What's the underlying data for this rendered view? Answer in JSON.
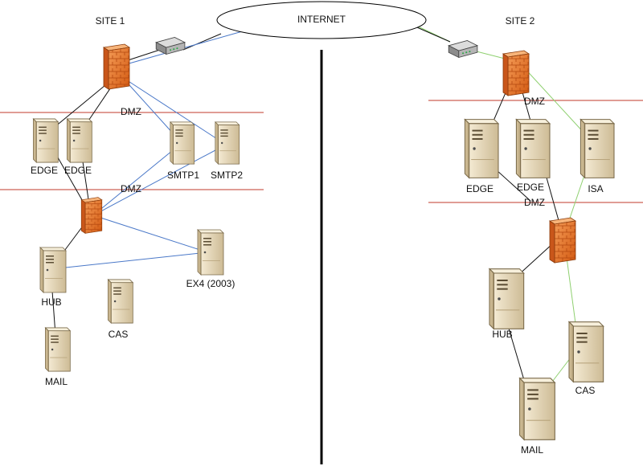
{
  "labels": {
    "internet": "INTERNET",
    "site1": "SITE 1",
    "site2": "SITE 2",
    "dmz": "DMZ"
  },
  "site1": {
    "servers": {
      "edge1": "EDGE",
      "edge2": "EDGE",
      "smtp1": "SMTP1",
      "smtp2": "SMTP2",
      "hub": "HUB",
      "cas": "CAS",
      "mail": "MAIL",
      "ex4": "EX4 (2003)"
    }
  },
  "site2": {
    "servers": {
      "edge1": "EDGE",
      "edge2": "EDGE",
      "isa": "ISA",
      "hub": "HUB",
      "cas": "CAS",
      "mail": "MAIL"
    }
  },
  "colors": {
    "dmz_line": "#c0392b",
    "link_black": "#111111",
    "link_blue": "#4a78c8",
    "link_green": "#8fd070",
    "firewall": "#e8742a",
    "server_body": "#e9dcc0"
  }
}
